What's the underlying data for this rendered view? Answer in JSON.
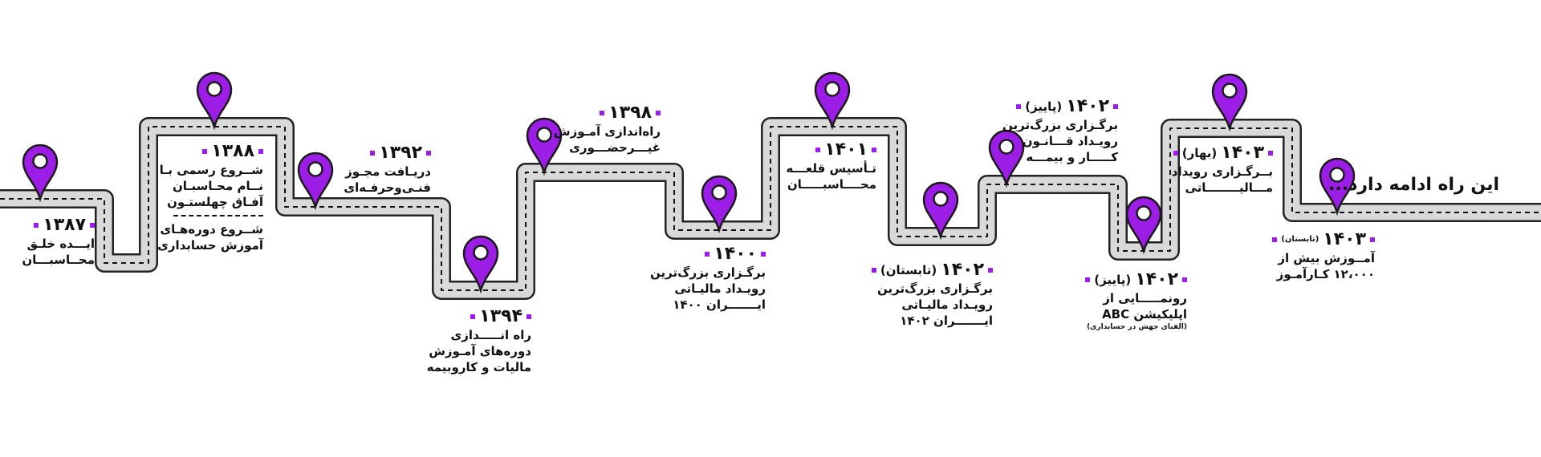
{
  "colors": {
    "accent": "#9b1de6",
    "road": "#d9d9d9",
    "road_edge": "#222222",
    "text": "#111111"
  },
  "pin_icon": "location-pin-icon",
  "closing_text": "این راه ادامه دارد...",
  "milestones": [
    {
      "year": "۱۳۸۷",
      "season": "",
      "lines": [
        "ایـــده خلـق",
        "محــاسبـــان"
      ]
    },
    {
      "year": "۱۳۸۸",
      "season": "",
      "lines": [
        "شــروع رسمی بـا",
        "نــام محـاسبـان",
        "آفـاق چهلستـون"
      ],
      "lines2": [
        "شــروع دوره‌هـای",
        "آموزش حسابداری"
      ]
    },
    {
      "year": "۱۳۹۲",
      "season": "",
      "lines": [
        "دریـافت مجـوز",
        "فنـی‌وحرفـه‌ای"
      ]
    },
    {
      "year": "۱۳۹۴",
      "season": "",
      "lines": [
        "راه انـــــدازی",
        "دوره‌های آمـوزش",
        "مالیات و کاروبیمه"
      ]
    },
    {
      "year": "۱۳۹۸",
      "season": "",
      "lines": [
        "راه‌اندازی آمـوزش",
        "غیـــرحضـــوری"
      ]
    },
    {
      "year": "۱۴۰۰",
      "season": "",
      "lines": [
        "برگـزاری بزرگ‌ترین",
        "رویـداد مالیـاتی",
        "ایـــــــران ۱۴۰۰"
      ]
    },
    {
      "year": "۱۴۰۱",
      "season": "",
      "lines": [
        "تـأسیس قلعـــه",
        "محــــاسبـــــان"
      ]
    },
    {
      "year": "۱۴۰۲",
      "season": "(تابستان)",
      "lines": [
        "برگـزاری بزرگ‌ترین",
        "رویـداد مالیـاتی",
        "ایـــــــران ۱۴۰۲"
      ]
    },
    {
      "year": "۱۴۰۲",
      "season": "(پاییز)",
      "lines": [
        "برگـزاری بزرگ‌ترین",
        "رویـداد قـــانـون",
        "کـــــار و بیمـــه"
      ]
    },
    {
      "year": "۱۴۰۲",
      "season": "(پاییز)",
      "lines": [
        "رونمـــــایی از",
        "اپلیکیشن ABC"
      ],
      "note": "(الفبای جهش در حسابداری)"
    },
    {
      "year": "۱۴۰۳",
      "season": "(بهار)",
      "lines": [
        "بــرگـزاری رویداد",
        "مـــالیــــــــاتی"
      ]
    },
    {
      "year": "۱۴۰۳",
      "season": "(تابستان)",
      "lines": [
        "آمــوزش بیش از",
        "۱۲،۰۰۰ کـارآمـوز"
      ]
    }
  ]
}
